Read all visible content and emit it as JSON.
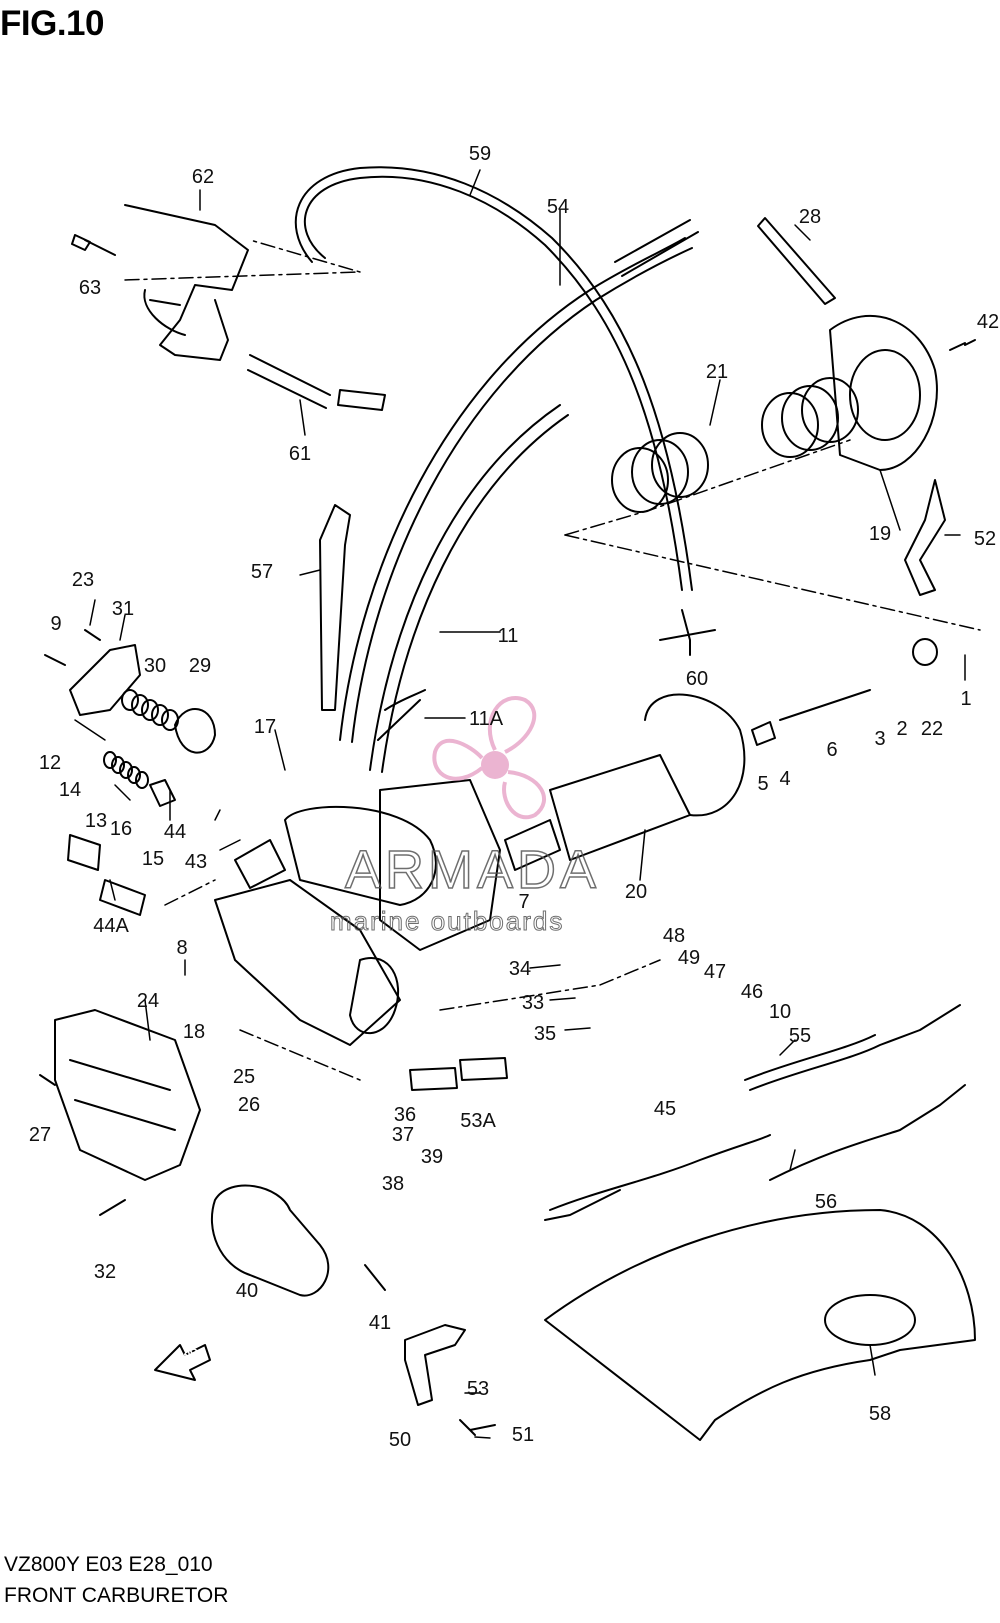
{
  "figure": {
    "title": "FIG.10",
    "model_code": "VZ800Y E03 E28_010",
    "section_name": "FRONT CARBURETOR"
  },
  "watermark": {
    "brand": "ARMADA",
    "tagline": "marine outboards",
    "accent_color": "#e8a7c9"
  },
  "fwd_arrow_label": "FWD",
  "part_labels": [
    "59",
    "62",
    "54",
    "28",
    "63",
    "42",
    "21",
    "61",
    "19",
    "52",
    "57",
    "23",
    "31",
    "9",
    "30",
    "29",
    "11",
    "60",
    "11A",
    "1",
    "3",
    "2",
    "22",
    "17",
    "12",
    "14",
    "6",
    "5",
    "4",
    "13",
    "16",
    "44",
    "15",
    "43",
    "20",
    "7",
    "44A",
    "48",
    "8",
    "49",
    "47",
    "34",
    "46",
    "24",
    "33",
    "10",
    "35",
    "55",
    "18",
    "25",
    "26",
    "45",
    "36",
    "53A",
    "27",
    "37",
    "39",
    "38",
    "56",
    "32",
    "40",
    "41",
    "58",
    "53",
    "50",
    "51"
  ]
}
